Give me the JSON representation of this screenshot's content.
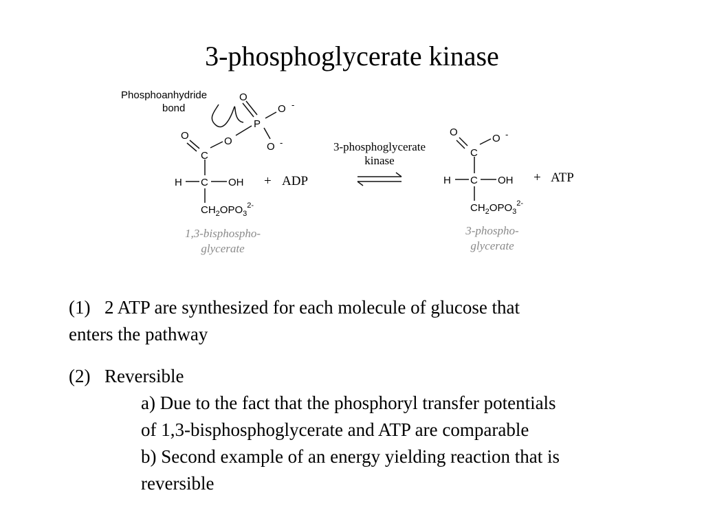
{
  "title": "3-phosphoglycerate kinase",
  "scheme": {
    "bond_label_line1": "Phosphoanhydride",
    "bond_label_line2": "bond",
    "reactant_name_line1": "1,3-bisphospho-",
    "reactant_name_line2": "glycerate",
    "product_name_line1": "3-phospho-",
    "product_name_line2": "glycerate",
    "coreactant": "ADP",
    "coproduct": "ATP",
    "plus": "+",
    "enzyme_line1": "3-phosphoglycerate",
    "enzyme_line2": "kinase",
    "atoms": {
      "O": "O",
      "P": "P",
      "C": "C",
      "H": "H",
      "OH": "OH",
      "minus": "-",
      "ch2": "CH",
      "sub2": "2",
      "opo": "OPO",
      "sub3": "3",
      "charge": "2-"
    }
  },
  "notes": {
    "p1_num": "(1)",
    "p1_text": "2 ATP are synthesized for each molecule of glucose that",
    "p1_cont": "enters the pathway",
    "p2_num": "(2)",
    "p2_text": "Reversible",
    "sub_a_1": "a) Due to the fact that the phosphoryl transfer potentials",
    "sub_a_2": "of 1,3-bisphosphoglycerate and ATP are comparable",
    "sub_b_1": "b) Second example of an energy yielding reaction that is",
    "sub_b_2": "reversible"
  },
  "colors": {
    "text": "#000000",
    "caption": "#8a8a8a",
    "line": "#111111"
  }
}
